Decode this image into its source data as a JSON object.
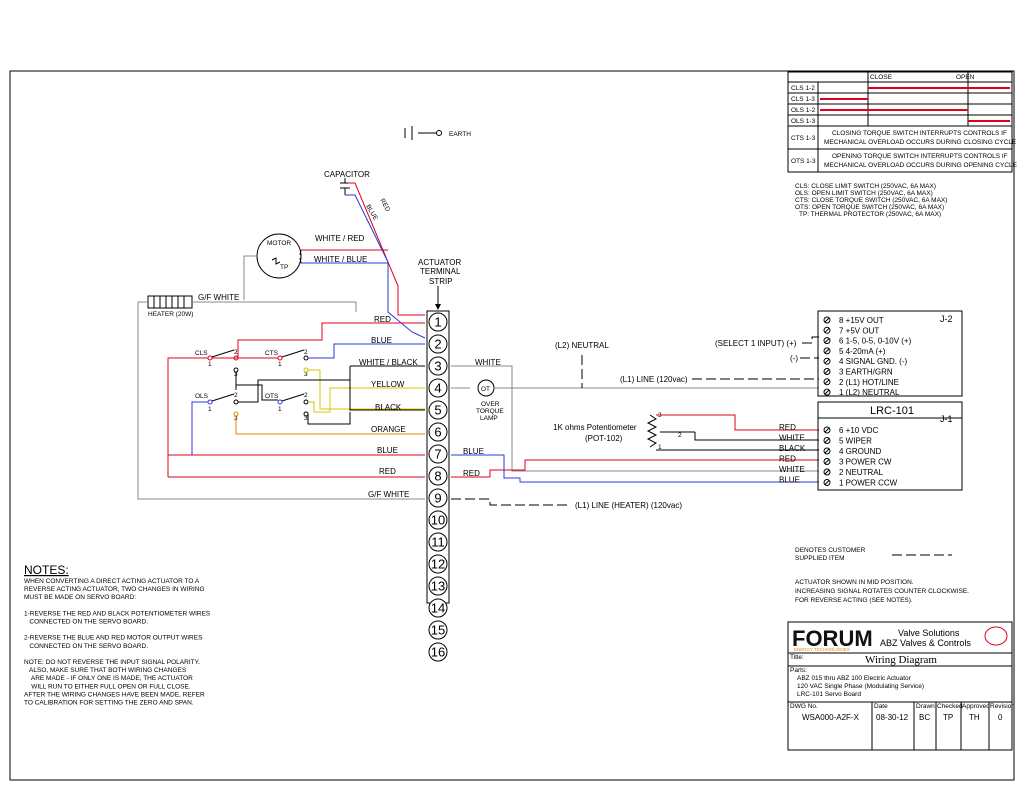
{
  "sequence_table": {
    "headers": [
      "CLOSE",
      "OPEN"
    ],
    "rows": [
      "CLS 1-2",
      "CLS 1-3",
      "OLS 1-2",
      "OLS 1-3"
    ],
    "cts_label": "CTS 1-3",
    "cts_text1": "CLOSING TORQUE SWITCH INTERRUPTS CONTROLS IF",
    "cts_text2": "MECHANICAL OVERLOAD OCCURS DURING CLOSING CYCLE",
    "ots_label": "OTS 1-3",
    "ots_text1": "OPENING TORQUE SWITCH INTERRUPTS CONTROLS IF",
    "ots_text2": "MECHANICAL OVERLOAD OCCURS DURING OPENING CYCLE"
  },
  "legend": [
    "CLS:  CLOSE LIMIT SWITCH (250VAC, 6A MAX)",
    "OLS:  OPEN LIMIT SWITCH (250VAC, 6A MAX)",
    "CTS:  CLOSE TORQUE SWITCH (250VAC, 6A MAX)",
    "OTS:  OPEN TORQUE SWITCH (250VAC, 6A MAX)",
    "TP:  THERMAL PROTECTOR (250VAC, 6A MAX)"
  ],
  "labels": {
    "earth": "EARTH",
    "capacitor": "CAPACITOR",
    "red": "RED",
    "blue": "BLUE",
    "motor": "MOTOR",
    "tp": "TP",
    "white_red": "WHITE / RED",
    "white_blue": "WHITE / BLUE",
    "heater": "HEATER (20W)",
    "gf_white": "G/F WHITE",
    "actuator1": "ACTUATOR",
    "actuator2": "TERMINAL",
    "actuator3": "STRIP",
    "cls": "CLS",
    "cts": "CTS",
    "ols": "OLS",
    "ots": "OTS",
    "n1": "1",
    "n2": "2",
    "n3": "3",
    "white_black": "WHITE / BLACK",
    "white": "WHITE",
    "yellow": "YELLOW",
    "black": "BLACK",
    "orange": "ORANGE",
    "ot": "OT",
    "lamp1": "OVER",
    "lamp2": "TORQUE",
    "lamp3": "LAMP",
    "l2_neutral": "(L2) NEUTRAL",
    "l1_line": "(L1) LINE (120vac)",
    "l1_heater": "(L1) LINE (HEATER) (120vac)",
    "pot1": "1K ohms Potentiometer",
    "pot2": "(POT-102)",
    "select": "(SELECT 1 INPUT) (+)",
    "minus": "(-)"
  },
  "terminals": [
    "1",
    "2",
    "3",
    "4",
    "5",
    "6",
    "7",
    "8",
    "9",
    "10",
    "11",
    "12",
    "13",
    "14",
    "15",
    "16"
  ],
  "j2": {
    "title": "J-2",
    "rows": [
      "8  +15V OUT",
      "7  +5V OUT",
      "6  1-5, 0-5, 0-10V (+)",
      "5  4-20mA (+)",
      "4  SIGNAL GND. (-)",
      "3  EARTH/GRN",
      "2  (L1) HOT/LINE",
      "1  (L2) NEUTRAL"
    ]
  },
  "j1": {
    "model": "LRC-101",
    "title": "J-1",
    "rows": [
      "6  +10 VDC",
      "5  WIPER",
      "4  GROUND",
      "3  POWER CW",
      "2  NEUTRAL",
      "1  POWER CCW"
    ],
    "wires": [
      "RED",
      "WHITE",
      "BLACK",
      "RED",
      "WHITE",
      "BLUE"
    ]
  },
  "customer": {
    "line1": "DENOTES CUSTOMER",
    "line2": "SUPPLIED ITEM"
  },
  "position_note": [
    "ACTUATOR SHOWN IN MID POSITION.",
    "INCREASING SIGNAL ROTATES COUNTER CLOCKWISE.",
    "FOR REVERSE ACTING (SEE NOTES)."
  ],
  "notes": {
    "title": "NOTES:",
    "lines": [
      "WHEN CONVERTING A DIRECT ACTING ACTUATOR TO A",
      "REVERSE ACTING ACTUATOR, TWO CHANGES IN WIRING",
      "MUST BE MADE ON SERVO BOARD:",
      "",
      "1-REVERSE THE RED AND BLACK POTENTIOMETER WIRES",
      "   CONNECTED ON THE SERVO BOARD.",
      "",
      "2-REVERSE THE BLUE AND RED MOTOR OUTPUT WIRES",
      "   CONNECTED ON THE SERVO BOARD.",
      "",
      "NOTE: DO NOT REVERSE THE INPUT SIGNAL POLARITY.",
      "   ALSO, MAKE SURE THAT BOTH WIRING CHANGES",
      "    ARE MADE - IF ONLY ONE IS MADE, THE ACTUATOR",
      "    WILL RUN TO EITHER FULL OPEN OR FULL CLOSE.",
      "AFTER THE WIRING CHANGES HAVE BEEN MADE, REFER",
      "TO CALIBRATION FOR SETTING THE ZERO AND SPAN."
    ]
  },
  "title_block": {
    "logo": "FORUM",
    "logo_sub": "ENERGY TECHNOLOGIES",
    "company1": "Valve Solutions",
    "company2": "ABZ Valves & Controls",
    "title_label": "Title:",
    "title": "Wiring Diagram",
    "parts_label": "Parts:",
    "parts": [
      "ABZ 015 thru ABZ 100 Electric Actuator",
      "120 VAC Single Phase (Modulating Service)",
      "LRC-101 Servo Board"
    ],
    "dwg_label": "DWG No.",
    "dwg": "WSA000-A2F-X",
    "date_label": "Date",
    "date": "08-30-12",
    "drawn_label": "Drawn",
    "drawn": "BC",
    "checked_label": "Checked",
    "checked": "TP",
    "approved_label": "Approved",
    "approved": "TH",
    "revision_label": "Revision",
    "revision": "0"
  },
  "colors": {
    "red": "#e0001b",
    "blue": "#2a3ad8",
    "yellow": "#d8c400",
    "orange": "#e08a00",
    "gray": "#888888"
  }
}
